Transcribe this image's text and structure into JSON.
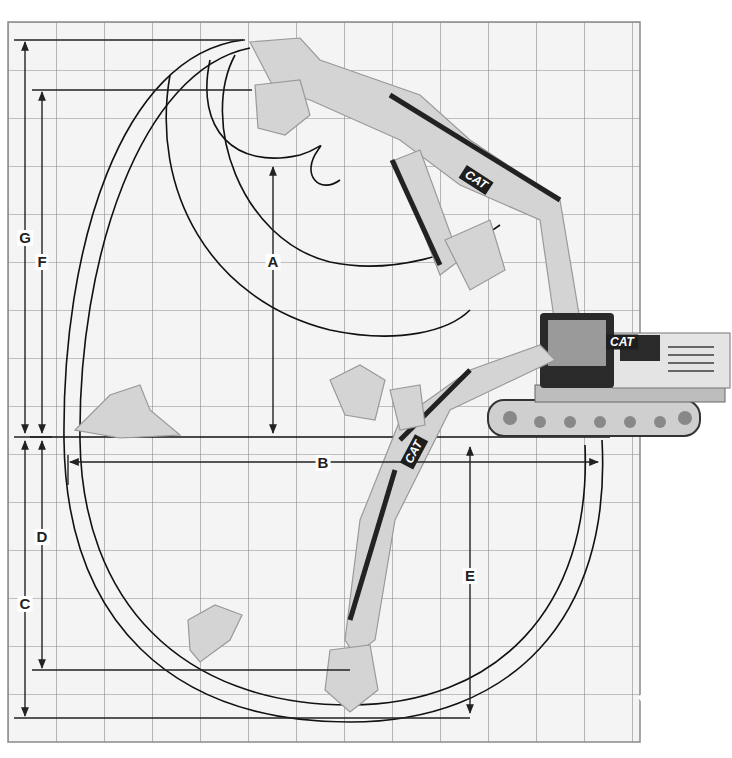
{
  "diagram": {
    "labels": [
      "G",
      "F",
      "A",
      "B",
      "C",
      "D",
      "E",
      "CAT",
      "CAT",
      "CAT"
    ]
  }
}
